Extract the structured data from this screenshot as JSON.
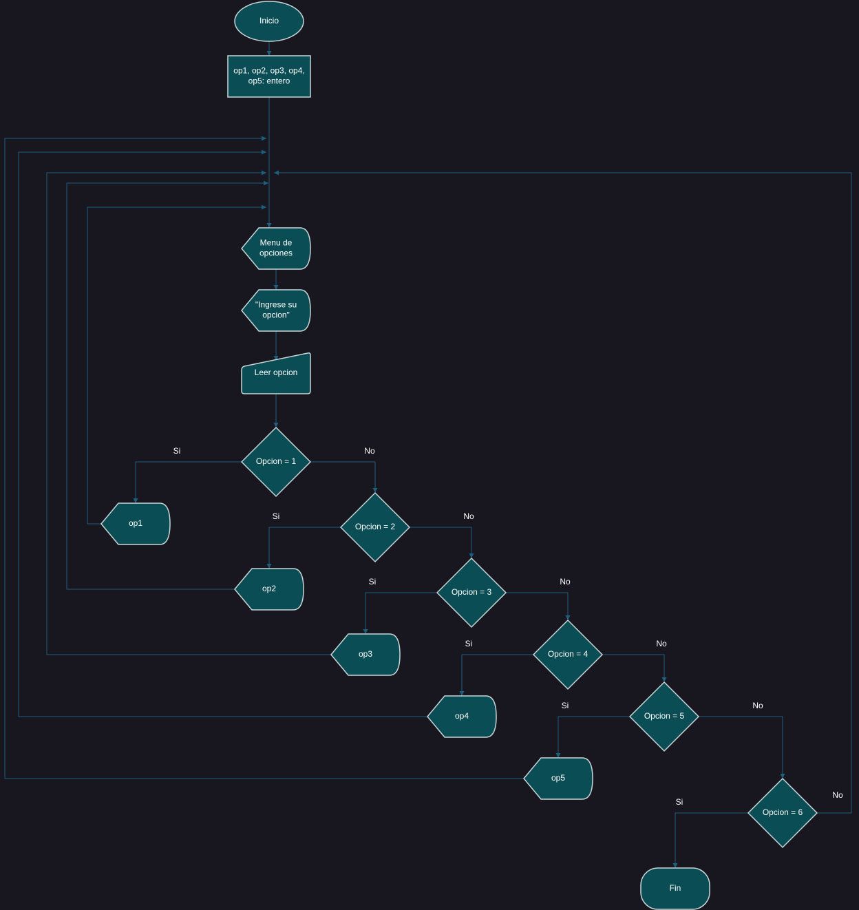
{
  "colors": {
    "background": "#18161e",
    "node_fill": "#0b4d54",
    "node_stroke": "#c9d6d8",
    "edge": "#1e5f7e",
    "text": "#ffffff"
  },
  "nodes": {
    "inicio": {
      "shape": "ellipse",
      "lines": [
        "Inicio"
      ]
    },
    "vars": {
      "shape": "process",
      "lines": [
        "op1, op2, op3, op4,",
        "op5: entero"
      ]
    },
    "menu": {
      "shape": "display",
      "lines": [
        "Menu de",
        "opciones"
      ]
    },
    "prompt": {
      "shape": "display",
      "lines": [
        "\"Ingrese su",
        "opcion\""
      ]
    },
    "leer": {
      "shape": "manual-input",
      "lines": [
        "Leer opcion"
      ]
    },
    "d1": {
      "shape": "decision",
      "lines": [
        "Opcion = 1"
      ]
    },
    "d2": {
      "shape": "decision",
      "lines": [
        "Opcion = 2"
      ]
    },
    "d3": {
      "shape": "decision",
      "lines": [
        "Opcion = 3"
      ]
    },
    "d4": {
      "shape": "decision",
      "lines": [
        "Opcion = 4"
      ]
    },
    "d5": {
      "shape": "decision",
      "lines": [
        "Opcion = 5"
      ]
    },
    "d6": {
      "shape": "decision",
      "lines": [
        "Opcion = 6"
      ]
    },
    "op1": {
      "shape": "display",
      "lines": [
        "op1"
      ]
    },
    "op2": {
      "shape": "display",
      "lines": [
        "op2"
      ]
    },
    "op3": {
      "shape": "display",
      "lines": [
        "op3"
      ]
    },
    "op4": {
      "shape": "display",
      "lines": [
        "op4"
      ]
    },
    "op5": {
      "shape": "display",
      "lines": [
        "op5"
      ]
    },
    "fin": {
      "shape": "terminal",
      "lines": [
        "Fin"
      ]
    }
  },
  "edge_labels": {
    "d1_yes": "Si",
    "d1_no": "No",
    "d2_yes": "Si",
    "d2_no": "No",
    "d3_yes": "Si",
    "d3_no": "No",
    "d4_yes": "Si",
    "d4_no": "No",
    "d5_yes": "Si",
    "d5_no": "No",
    "d6_yes": "Si",
    "d6_no": "No"
  }
}
